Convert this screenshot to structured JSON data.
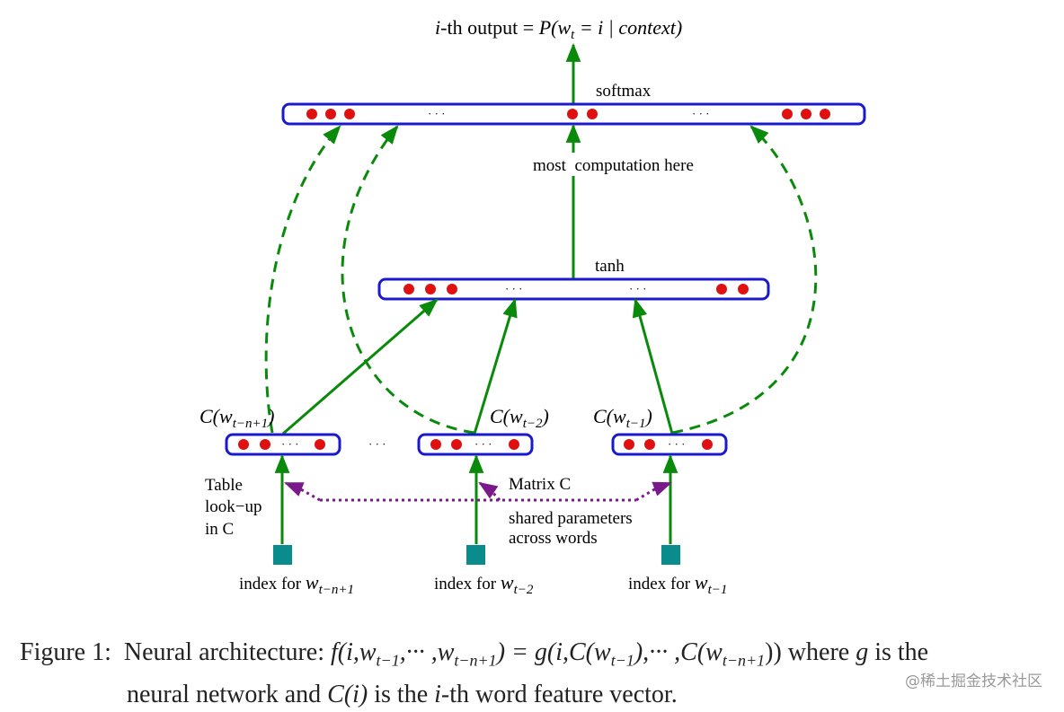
{
  "diagram": {
    "output_label": {
      "prefix": "i",
      "main": "-th output = ",
      "formula": "P(w",
      "sub": "t",
      "rest": " = i | context)"
    },
    "softmax_label": "softmax",
    "tanh_label": "tanh",
    "most_computation_label": "most  computation here",
    "ellipsis": "· · ·",
    "embeddings": [
      {
        "label": "C(w",
        "sub": "t−n+1",
        "close": ")"
      },
      {
        "label": "C(w",
        "sub": "t−2",
        "close": ")"
      },
      {
        "label": "C(w",
        "sub": "t−1",
        "close": ")"
      }
    ],
    "table_lookup": [
      "Table",
      "look−up",
      "in C"
    ],
    "matrix_label": "Matrix C",
    "shared_parameters": [
      "shared parameters",
      "across words"
    ],
    "indexes": [
      {
        "text": "index for ",
        "var": "w",
        "sub": "t−n+1"
      },
      {
        "text": "index for ",
        "var": "w",
        "sub": "t−2"
      },
      {
        "text": "index for ",
        "var": "w",
        "sub": "t−1"
      }
    ],
    "colors": {
      "layer_border": "#1a1acc",
      "neuron": "#e01010",
      "solid_arrow": "#0a8a0a",
      "dashed_arrow": "#0a8a0a",
      "shared_arrow": "#7a1a8a",
      "index_box": "#0a8c8c"
    }
  },
  "caption": {
    "figure_label": "Figure 1:",
    "text_a": "Neural architecture: ",
    "formula": "f(i,w",
    "text_b": "t−1",
    "text_c": ",··· ,w",
    "text_d": "t−n+1",
    "text_e": ") = g(i,C(w",
    "text_f": "t−1",
    "text_g": "),··· ,C(w",
    "text_h": "t−n+1",
    "text_i": ")) where ",
    "g": "g",
    "text_j": " is the",
    "line2_a": "neural network and ",
    "ci": "C(i)",
    "line2_b": " is the ",
    "i": "i",
    "line2_c": "-th word feature vector."
  },
  "watermark": "@稀土掘金技术社区"
}
